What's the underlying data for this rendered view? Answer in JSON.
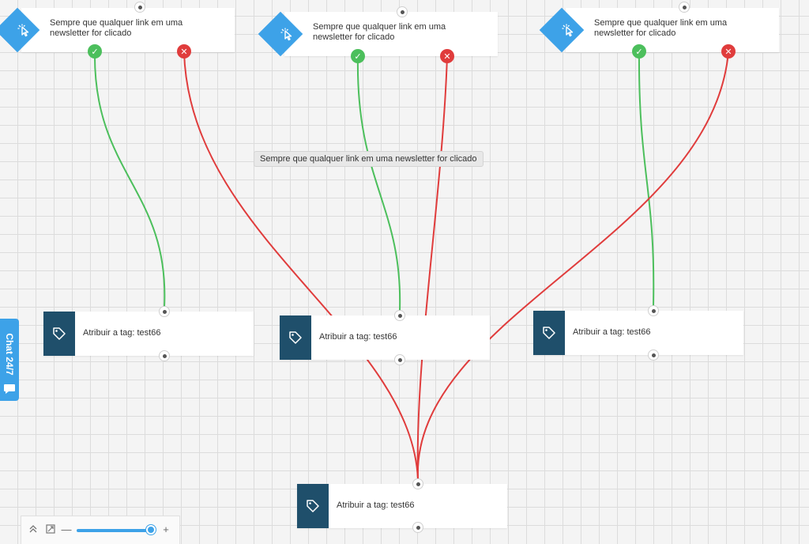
{
  "triggers": [
    {
      "text": "Sempre que qualquer link em uma newsletter for clicado",
      "icon": "cursor-click-icon"
    },
    {
      "text": "Sempre que qualquer link em uma newsletter for clicado",
      "icon": "cursor-click-icon"
    },
    {
      "text": "Sempre que qualquer link em uma newsletter for clicado",
      "icon": "cursor-click-icon"
    }
  ],
  "actions": [
    {
      "label": "Atribuir a tag: test66",
      "icon": "tag-icon"
    },
    {
      "label": "Atribuir a tag: test66",
      "icon": "tag-icon"
    },
    {
      "label": "Atribuir a tag: test66",
      "icon": "tag-icon"
    },
    {
      "label": "Atribuir a tag: test66",
      "icon": "tag-icon"
    }
  ],
  "tooltip": {
    "text": "Sempre que qualquer link em uma newsletter for clicado"
  },
  "chat": {
    "label": "Chat 24/7"
  },
  "zoom": {
    "minus": "—",
    "plus": "+",
    "level": 0.9
  },
  "colors": {
    "yes": "#4cbf5c",
    "no": "#e03c3c",
    "accent": "#3da2e8",
    "action": "#1f4f6b"
  }
}
